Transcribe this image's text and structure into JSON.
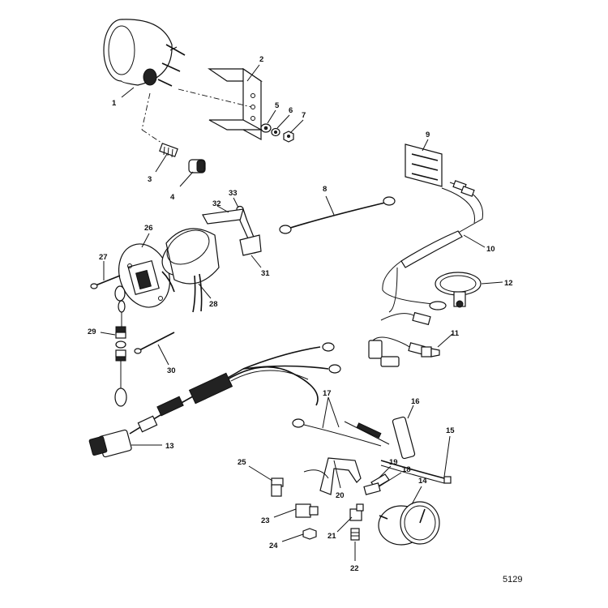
{
  "drawing_number": "5129",
  "callouts": [
    "1",
    "2",
    "3",
    "4",
    "5",
    "6",
    "7",
    "8",
    "9",
    "10",
    "11",
    "12",
    "13",
    "14",
    "15",
    "16",
    "17",
    "18",
    "19",
    "20",
    "21",
    "22",
    "23",
    "24",
    "25",
    "26",
    "27",
    "28",
    "29",
    "30",
    "31",
    "32",
    "33"
  ],
  "colors": {
    "ink": "#111111",
    "background": "#ffffff"
  }
}
